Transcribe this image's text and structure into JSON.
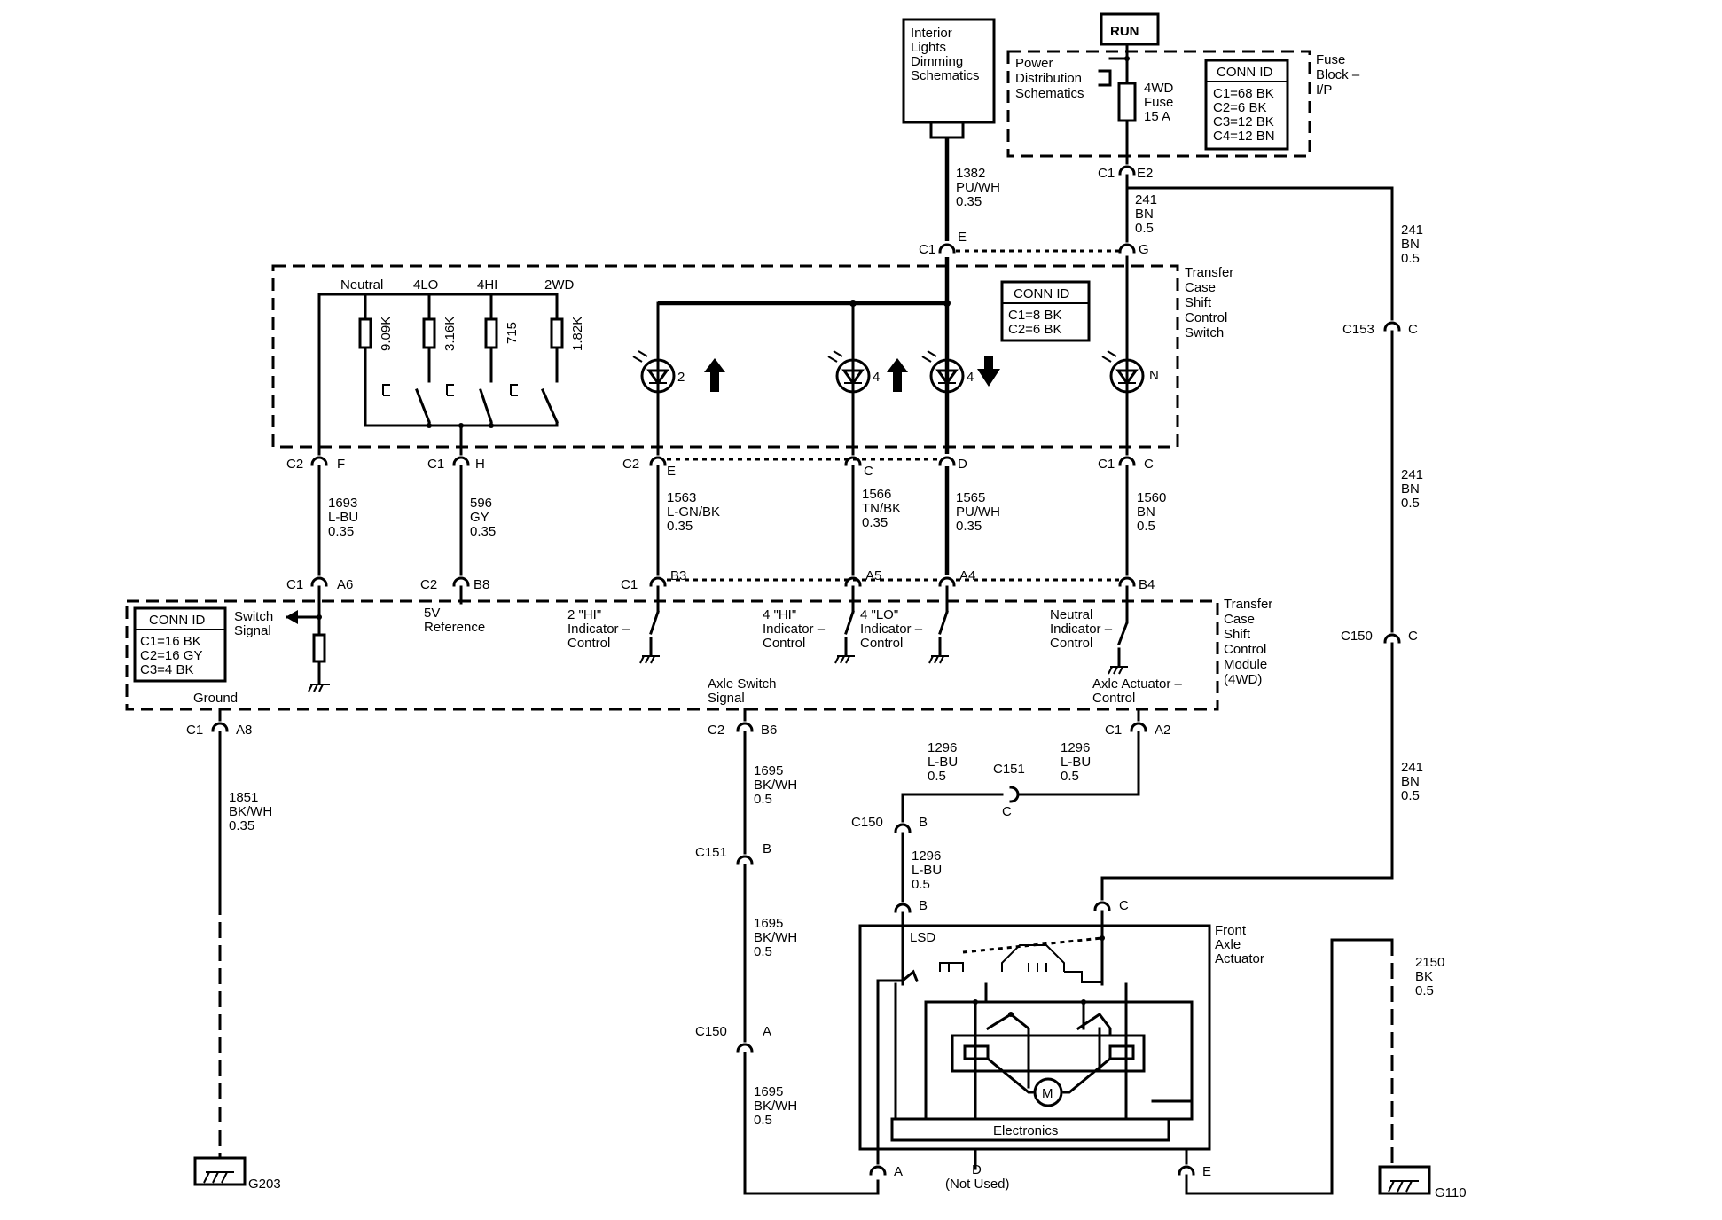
{
  "blocks": {
    "run": "RUN",
    "interior": [
      "Interior",
      "Lights",
      "Dimming",
      "Schematics"
    ],
    "power": [
      "Power",
      "Distribution",
      "Schematics"
    ],
    "fuse": [
      "4WD",
      "Fuse",
      "15 A"
    ],
    "fuse_block": [
      "Fuse",
      "Block –",
      "I/P"
    ],
    "fuse_conn_title": "CONN ID",
    "fuse_conn": [
      "C1=68 BK",
      "C2=6 BK",
      "C3=12 BK",
      "C4=12 BN"
    ],
    "tcss_title": [
      "Transfer",
      "Case",
      "Shift",
      "Control",
      "Switch"
    ],
    "tcss_conn_title": "CONN ID",
    "tcss_conn": [
      "C1=8 BK",
      "C2=6 BK"
    ],
    "tcscm_title": [
      "Transfer",
      "Case",
      "Shift",
      "Control",
      "Module",
      "(4WD)"
    ],
    "tcscm_conn_title": "CONN ID",
    "tcscm_conn": [
      "C1=16 BK",
      "C2=16 GY",
      "C3=4 BK"
    ],
    "front_axle": [
      "Front",
      "Axle",
      "Actuator"
    ],
    "lsd": "LSD",
    "electronics": "Electronics",
    "motor": "M",
    "not_used": "(Not Used)"
  },
  "switch_positions": [
    "Neutral",
    "4LO",
    "4HI",
    "2WD"
  ],
  "resistors": [
    "9.09K",
    "3.16K",
    "715",
    "1.82K"
  ],
  "leds": [
    "2",
    "4",
    "4",
    "N"
  ],
  "module_signals": {
    "switch_signal": [
      "Switch",
      "Signal"
    ],
    "ref_5v": [
      "5V",
      "Reference"
    ],
    "hi2": [
      "2 \"HI\"",
      "Indicator –",
      "Control"
    ],
    "hi4": [
      "4 \"HI\"",
      "Indicator –",
      "Control"
    ],
    "lo4": [
      "4 \"LO\"",
      "Indicator –",
      "Control"
    ],
    "neutral": [
      "Neutral",
      "Indicator –",
      "Control"
    ],
    "ground": "Ground",
    "axle_switch": [
      "Axle Switch",
      "Signal"
    ],
    "axle_actuator": [
      "Axle Actuator –",
      "Control"
    ]
  },
  "connectors": {
    "c1_e2": [
      "C1",
      "E2"
    ],
    "c1_e": [
      "C1",
      "E"
    ],
    "g": "G",
    "c153": [
      "C153",
      "C"
    ],
    "c150_c": [
      "C150",
      "C"
    ],
    "sw_c2_f": [
      "C2",
      "F"
    ],
    "sw_c1_h": [
      "C1",
      "H"
    ],
    "sw_c2_e": [
      "C2",
      "E"
    ],
    "sw_c": "C",
    "sw_d": "D",
    "sw_c1_c": [
      "C1",
      "C"
    ],
    "m_c1_a6": [
      "C1",
      "A6"
    ],
    "m_c2_b8": [
      "C2",
      "B8"
    ],
    "m_c1_b3": [
      "C1",
      "B3"
    ],
    "m_a5": "A5",
    "m_a4": "A4",
    "m_b4": "B4",
    "m_c1_a8": [
      "C1",
      "A8"
    ],
    "m_c2_b6": [
      "C2",
      "B6"
    ],
    "m_c1_a2": [
      "C1",
      "A2"
    ],
    "c151_c": [
      "C151",
      "C"
    ],
    "c150_b": [
      "C150",
      "B"
    ],
    "c151_b": [
      "C151",
      "B"
    ],
    "c150_a": [
      "C150",
      "A"
    ],
    "act_b": "B",
    "act_c": "C",
    "act_a": "A",
    "act_d": "D",
    "act_e": "E"
  },
  "wires": {
    "w1382": [
      "1382",
      "PU/WH",
      "0.35"
    ],
    "w241_a": [
      "241",
      "BN",
      "0.5"
    ],
    "w241_b": [
      "241",
      "BN",
      "0.5"
    ],
    "w241_c": [
      "241",
      "BN",
      "0.5"
    ],
    "w241_d": [
      "241",
      "BN",
      "0.5"
    ],
    "w1693": [
      "1693",
      "L-BU",
      "0.35"
    ],
    "w596": [
      "596",
      "GY",
      "0.35"
    ],
    "w1563": [
      "1563",
      "L-GN/BK",
      "0.35"
    ],
    "w1566": [
      "1566",
      "TN/BK",
      "0.35"
    ],
    "w1565": [
      "1565",
      "PU/WH",
      "0.35"
    ],
    "w1560": [
      "1560",
      "BN",
      "0.5"
    ],
    "w1851": [
      "1851",
      "BK/WH",
      "0.35"
    ],
    "w1695_a": [
      "1695",
      "BK/WH",
      "0.5"
    ],
    "w1695_b": [
      "1695",
      "BK/WH",
      "0.5"
    ],
    "w1695_c": [
      "1695",
      "BK/WH",
      "0.5"
    ],
    "w1296_a": [
      "1296",
      "L-BU",
      "0.5"
    ],
    "w1296_b": [
      "1296",
      "L-BU",
      "0.5"
    ],
    "w1296_c": [
      "1296",
      "L-BU",
      "0.5"
    ],
    "w2150": [
      "2150",
      "BK",
      "0.5"
    ]
  },
  "grounds": [
    "G203",
    "G110"
  ]
}
